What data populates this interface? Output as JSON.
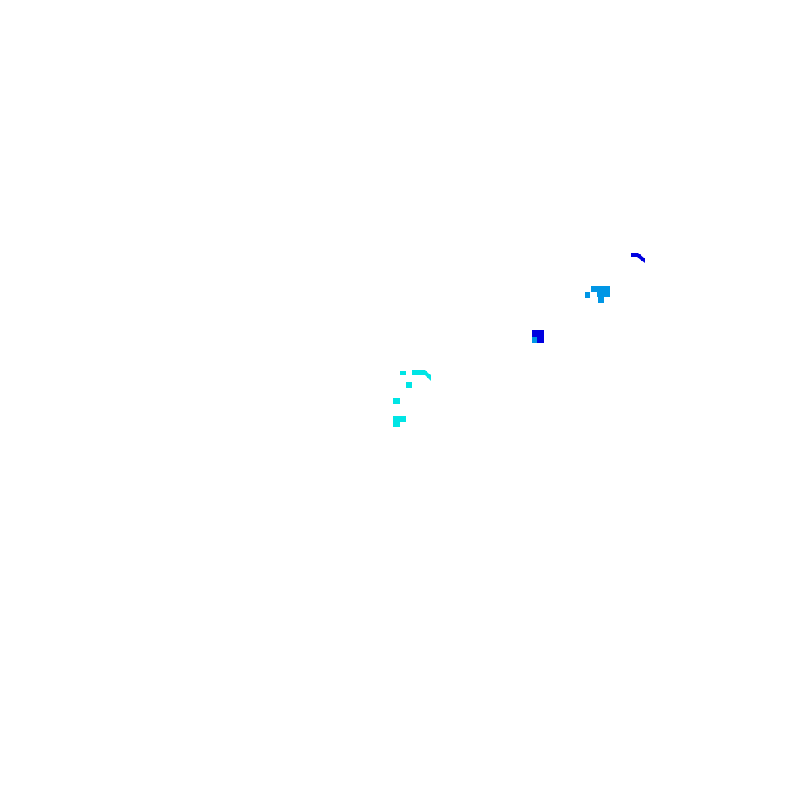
{
  "background": "#ffffff",
  "palette": {
    "cyan": "#00e5e5",
    "azure": "#0096e5",
    "blue": "#0000e0"
  },
  "clusters": [
    {
      "id": "dark-blue-top-right",
      "color_key": "blue"
    },
    {
      "id": "azure-upper-right",
      "color_key": "azure"
    },
    {
      "id": "blue-center-right",
      "color_key": "blue"
    },
    {
      "id": "cyan-center",
      "color_key": "cyan"
    }
  ]
}
